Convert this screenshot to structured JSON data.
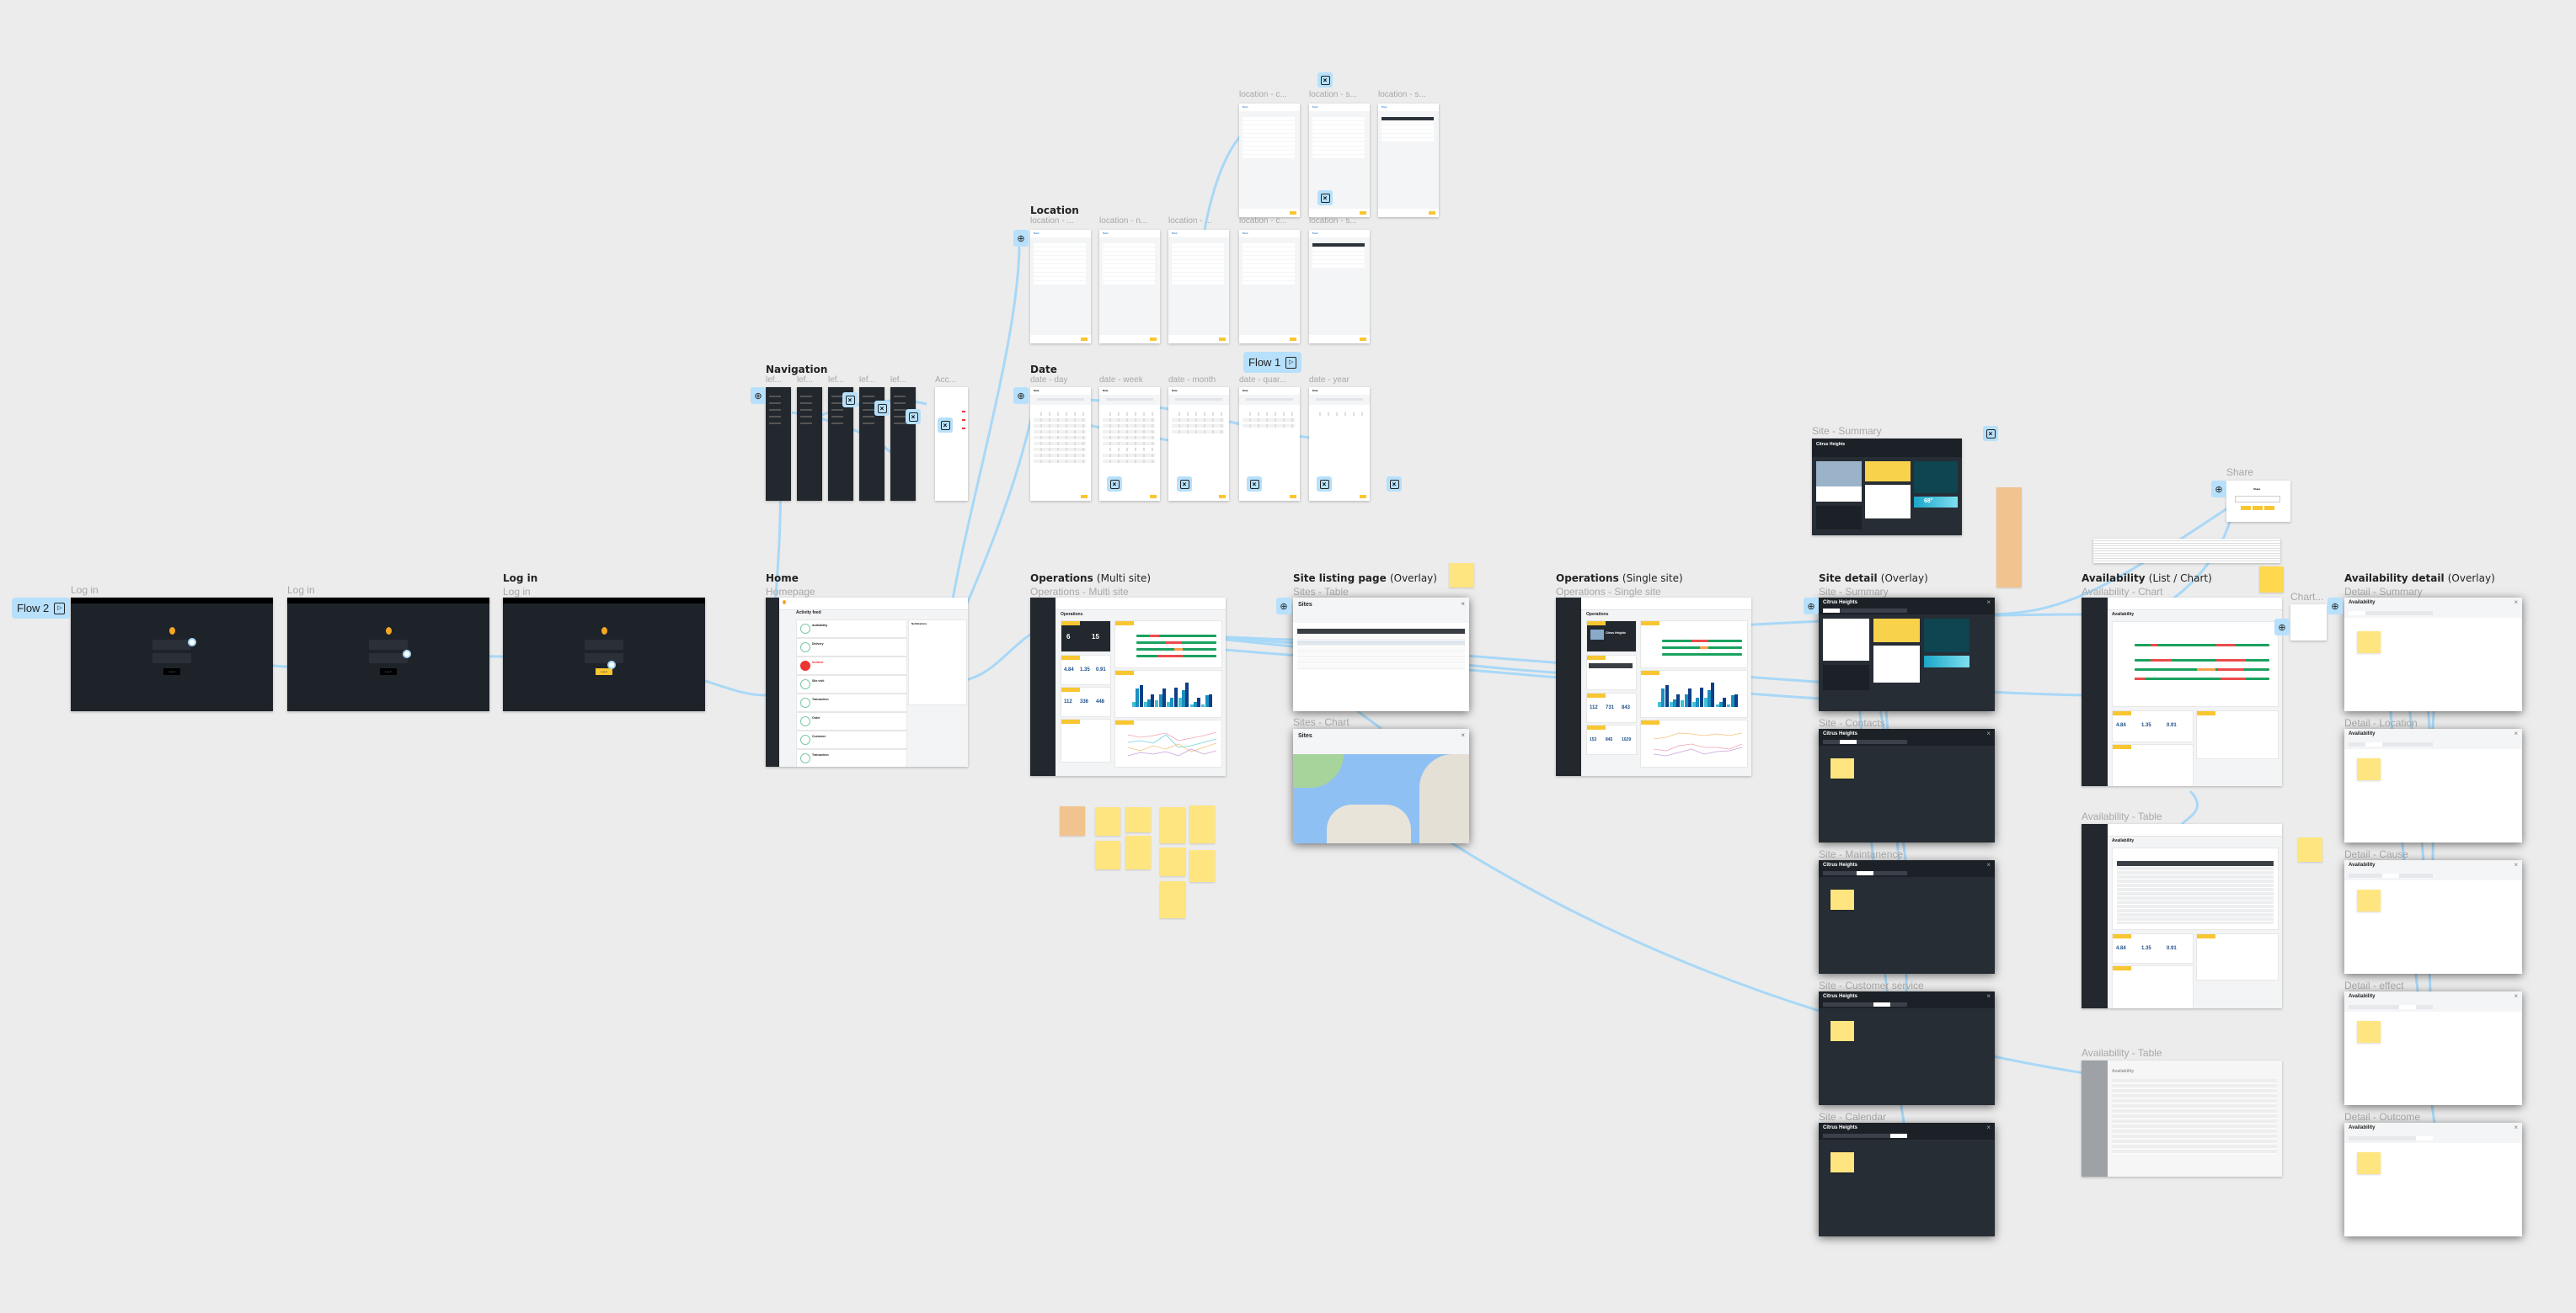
{
  "flows": {
    "flow1": "Flow 1",
    "flow2": "Flow 2"
  },
  "sections": {
    "login": {
      "title": "Log in",
      "frames": [
        "Log in",
        "Log in",
        "Log in"
      ],
      "button": "Log in"
    },
    "home": {
      "title": "Home",
      "frame": "Homepage",
      "heading": "Activity feed",
      "notifications": "Notifications",
      "feed": [
        "Availability",
        "Delivery",
        "Incident",
        "Site visit",
        "Transaction",
        "Order",
        "Customer",
        "Transaction"
      ]
    },
    "navigation": {
      "title": "Navigation",
      "frames": [
        "lef...",
        "lef...",
        "lef...",
        "lef...",
        "lef...",
        "Acc..."
      ]
    },
    "location": {
      "title": "Location",
      "frames": [
        "location - ...",
        "location - n...",
        "location - ...",
        "location - c...",
        "location - s..."
      ],
      "upper_frames": [
        "location - c...",
        "location - s...",
        "location - s..."
      ],
      "panel_title": "Location",
      "back": "Back"
    },
    "date": {
      "title": "Date",
      "frames": [
        "date - day",
        "date - week",
        "date - month",
        "date - quar...",
        "date - year"
      ],
      "panel_title": "Date"
    },
    "ops_multi": {
      "title": "Operations",
      "title_suffix": "(Multi site)",
      "frame": "Operations - Multi site",
      "heading": "Operations",
      "kpi_sites": [
        "6",
        "15"
      ],
      "kpi_availability": [
        "4.84",
        "1.35",
        "0.91"
      ],
      "kpi_deliveries": [
        "112",
        "336",
        "448"
      ]
    },
    "site_listing": {
      "title": "Site listing page",
      "title_suffix": "(Overlay)",
      "frames": [
        "Sites - Table",
        "Sites - Chart"
      ],
      "heading": "Sites"
    },
    "ops_single": {
      "title": "Operations",
      "title_suffix": "(Single site)",
      "frame": "Operations - Single site",
      "heading": "Operations",
      "site_name": "Citrus Heights",
      "kpi_deliveries": [
        "112",
        "731",
        "843"
      ],
      "kpi_other": [
        "153",
        "845",
        "1029"
      ]
    },
    "site_summary": {
      "frame": "Site - Summary",
      "site_name": "Citrus Heights",
      "temperature": "68°"
    },
    "site_detail": {
      "title": "Site detail",
      "title_suffix": "(Overlay)",
      "frames": [
        "Site - Summary",
        "Site - Contacts",
        "Site - Maintanence",
        "Site - Customer service",
        "Site - Calendar"
      ],
      "site_name": "Citrus Heights"
    },
    "availability": {
      "title": "Availability",
      "title_suffix": "(List / Chart)",
      "frames": [
        "Availability - Chart",
        "Availability - Table",
        "Availability - Table"
      ],
      "heading": "Availability",
      "kpis": [
        "4.84",
        "1.35",
        "0.91"
      ],
      "chart_frame": "Chart..."
    },
    "share": {
      "frame": "Share",
      "heading": "Share"
    },
    "availability_detail": {
      "title": "Availability detail",
      "title_suffix": "(Overlay)",
      "frames": [
        "Detail - Summary",
        "Detail - Location",
        "Detail - Cause",
        "Detail - effect",
        "Detail - Outcome"
      ],
      "heading": "Availability"
    }
  },
  "colors": {
    "canvas": "#ececec",
    "connector": "#a8d8f7",
    "accent": "#f8c630",
    "dark": "#1e232a",
    "sticky": "#ffe57f"
  }
}
